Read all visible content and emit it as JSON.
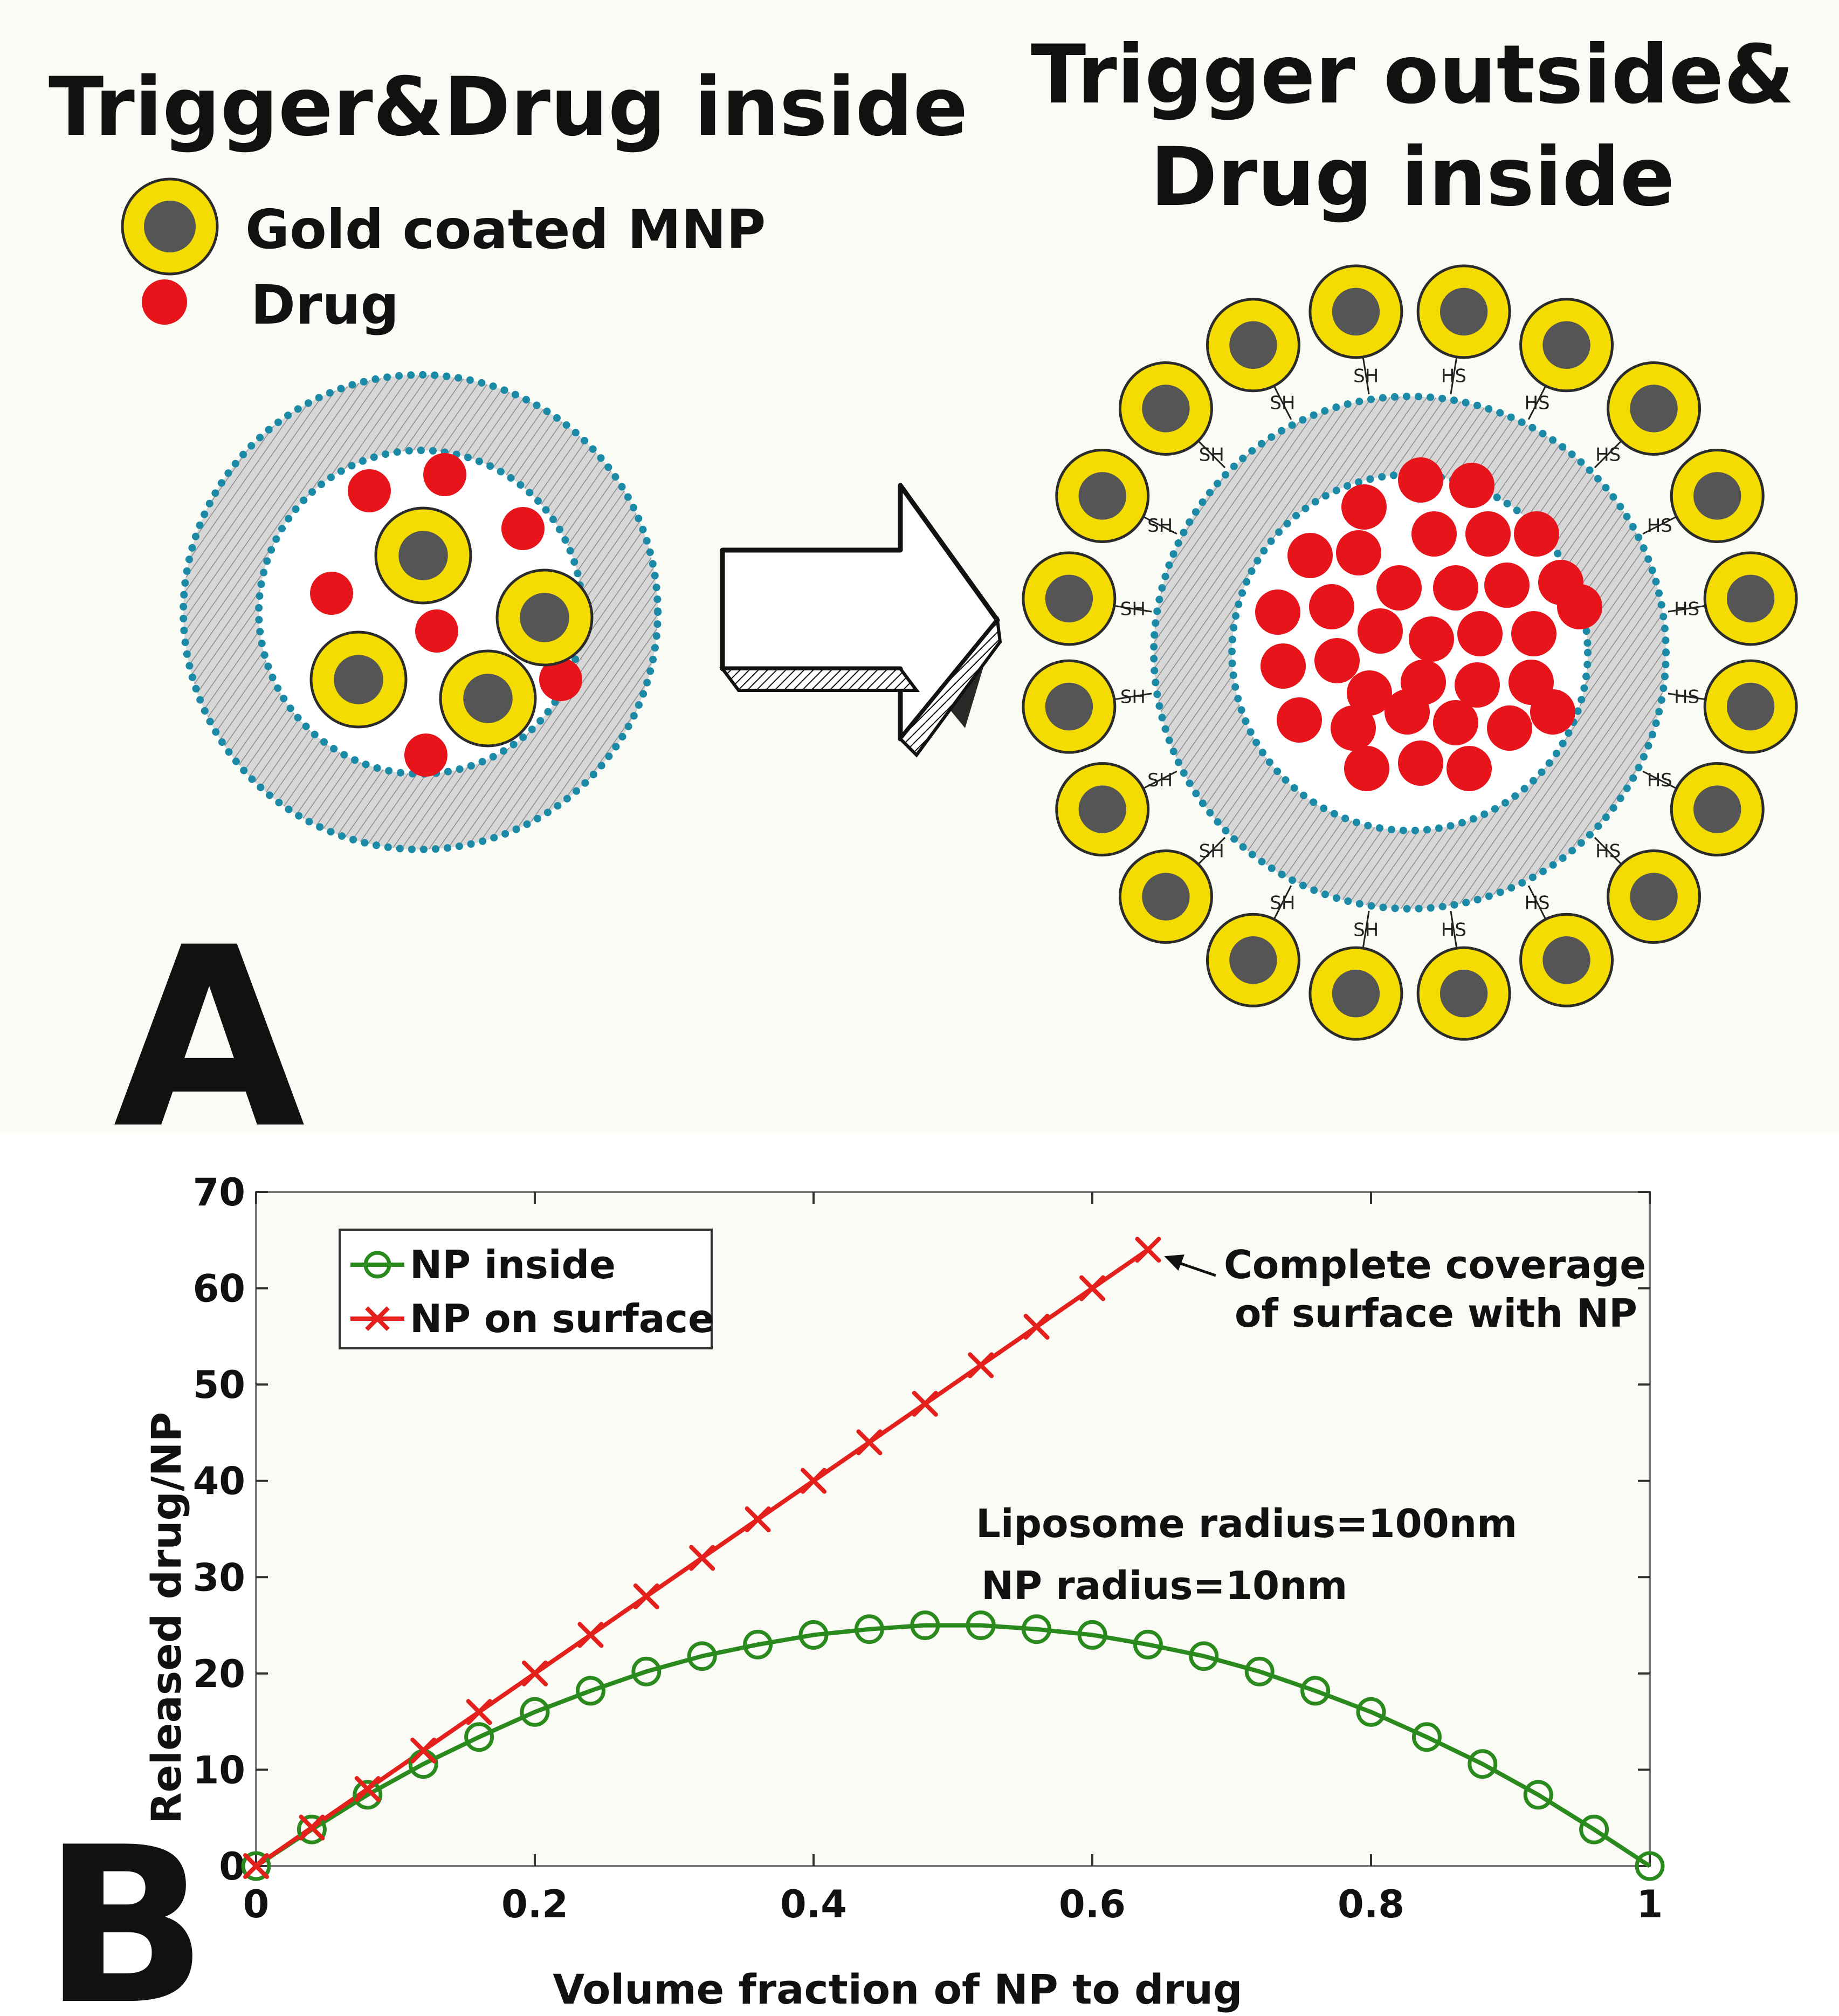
{
  "panel_a": {
    "panel_label": "A",
    "left_title": "Trigger&Drug inside",
    "right_title_line1": "Trigger outside&",
    "right_title_line2": "Drug inside",
    "legend": {
      "gold_label": "Gold coated MNP",
      "drug_label": "Drug"
    },
    "linker_sh": "SH",
    "linker_hs": "HS",
    "colors": {
      "gold": "#f5dc00",
      "core": "#555555",
      "drug": "#e8141c",
      "membrane_dots": "#1a8aa6",
      "membrane_fill": "#c9c9c9",
      "background": "#fbfbf6"
    }
  },
  "panel_b": {
    "panel_label": "B"
  },
  "chart_data": {
    "type": "line",
    "xlabel": "Volume fraction of NP to drug",
    "ylabel": "Released drug/NP",
    "xlim": [
      0,
      1
    ],
    "ylim": [
      0,
      70
    ],
    "xticks": [
      0,
      0.2,
      0.4,
      0.6,
      0.8,
      1
    ],
    "xtick_labels": [
      "0",
      "0.2",
      "0.4",
      "0.6",
      "0.8",
      "1"
    ],
    "yticks": [
      0,
      10,
      20,
      30,
      40,
      50,
      60,
      70
    ],
    "ytick_labels": [
      "0",
      "10",
      "20",
      "30",
      "40",
      "50",
      "60",
      "70"
    ],
    "grid": false,
    "legend_position": "top-left",
    "annotations": {
      "coverage_line1": "Complete coverage",
      "coverage_line2": "of surface with NP",
      "coverage_point": [
        0.64,
        64
      ],
      "liposome": "Liposome radius=100nm",
      "np_radius": "NP radius=10nm"
    },
    "series": [
      {
        "name": "NP inside",
        "color": "#2a8a1e",
        "marker": "circle",
        "x": [
          0,
          0.04,
          0.08,
          0.12,
          0.16,
          0.2,
          0.24,
          0.28,
          0.32,
          0.36,
          0.4,
          0.44,
          0.48,
          0.52,
          0.56,
          0.6,
          0.64,
          0.68,
          0.72,
          0.76,
          0.8,
          0.84,
          0.88,
          0.92,
          0.96,
          1
        ],
        "y": [
          0,
          3.8,
          7.4,
          10.6,
          13.4,
          16,
          18.2,
          20.2,
          21.8,
          23,
          24,
          24.6,
          25,
          25,
          24.6,
          24,
          23,
          21.8,
          20.2,
          18.2,
          16,
          13.4,
          10.6,
          7.4,
          3.8,
          0
        ]
      },
      {
        "name": "NP on surface",
        "color": "#e3201b",
        "marker": "x",
        "x": [
          0,
          0.04,
          0.08,
          0.12,
          0.16,
          0.2,
          0.24,
          0.28,
          0.32,
          0.36,
          0.4,
          0.44,
          0.48,
          0.52,
          0.56,
          0.6,
          0.64
        ],
        "y": [
          0,
          4,
          8,
          12,
          16,
          20,
          24,
          28,
          32,
          36,
          40,
          44,
          48,
          52,
          56,
          60,
          64
        ]
      }
    ]
  }
}
